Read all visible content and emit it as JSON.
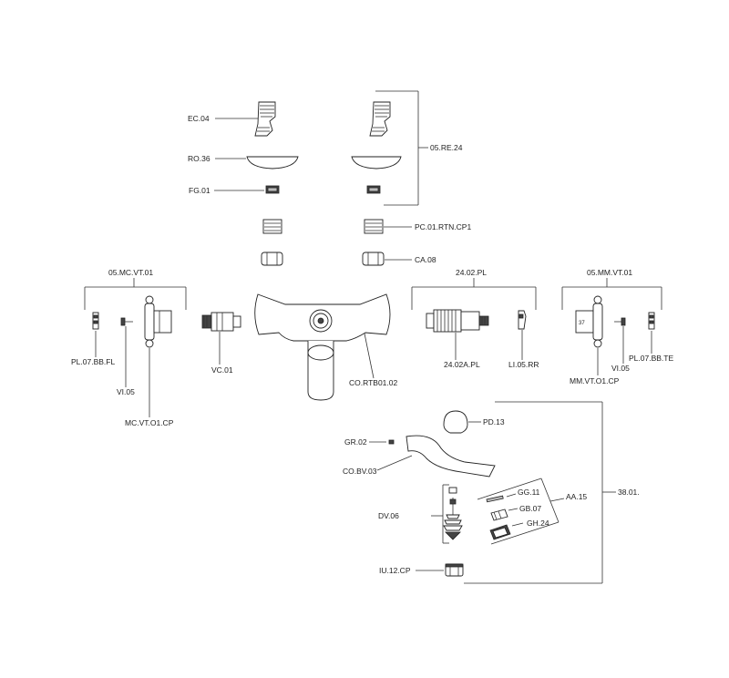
{
  "labels": {
    "ec04": "EC.04",
    "ro36": "RO.36",
    "fg01": "FG.01",
    "re24": "05.RE.24",
    "pc01": "PC.01.RTN.CP1",
    "ca08": "CA.08",
    "mcvt": "05.MC.VT.01",
    "pl2402": "24.02.PL",
    "mmvt": "05.MM.VT.01",
    "plbbfl": "PL.07.BB.FL",
    "vi05a": "VI.05",
    "mcvtcp": "MC.VT.O1.CP",
    "vc01": "VC.01",
    "corbt": "CO.RTB01.02",
    "a2402": "24.02A.PL",
    "li05": "LI.05.RR",
    "mmvtcp": "MM.VT.O1.CP",
    "vi05b": "VI.05",
    "plbbte": "PL.07.BB.TE",
    "pd13": "PD.13",
    "gr02": "GR.02",
    "cobv": "CO.BV.03",
    "gg11": "GG.11",
    "aa15": "AA.15",
    "gb07": "GB.07",
    "n3801": "38.01.",
    "dv06": "DV.06",
    "gh24": "GH.24",
    "iu12": "IU.12.CP"
  },
  "handle_mark": "37"
}
